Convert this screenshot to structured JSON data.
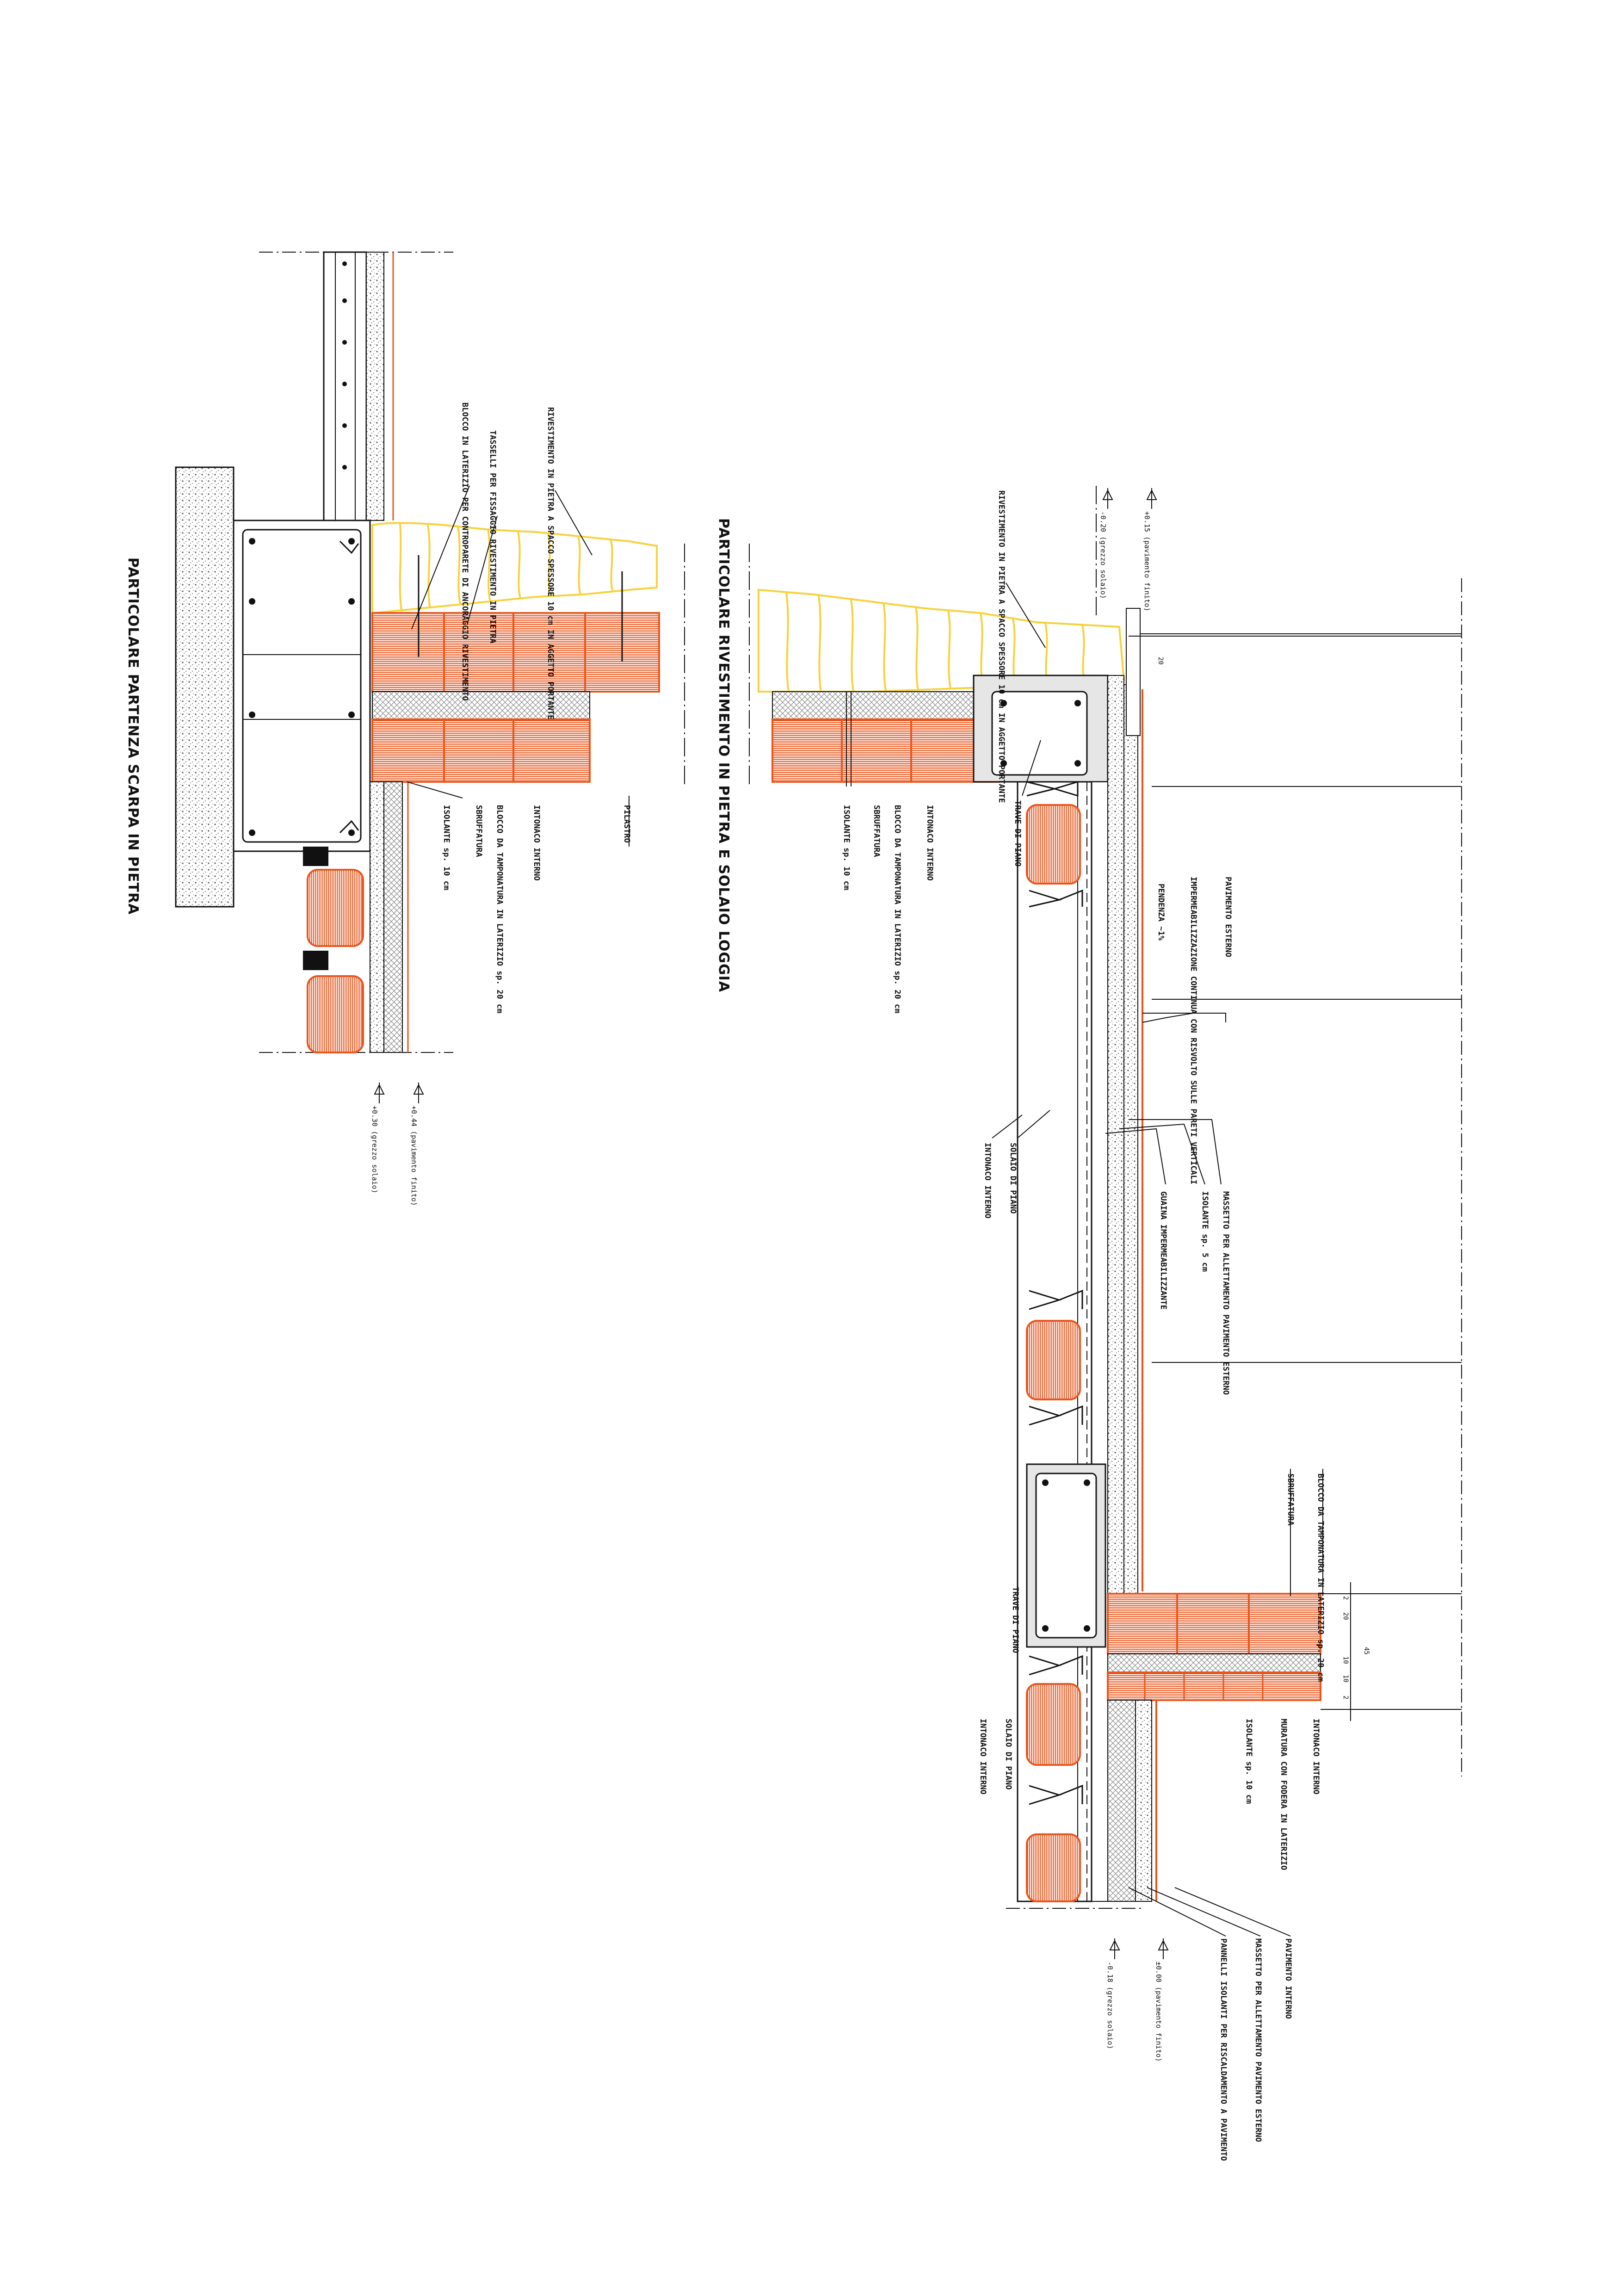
{
  "colors": {
    "brick": "#e8561e",
    "stone": "#f6d23c",
    "concrete": "#8f8f8f",
    "line": "#111111"
  },
  "titles": {
    "detail_a": "PARTICOLARE PARTENZA SCARPA IN PIETRA",
    "detail_b": "PARTICOLARE RIVESTIMENTO IN PIETRA E SOLAIO LOGGIA"
  },
  "detail_a": {
    "labels": {
      "rivestimento": "RIVESTIMENTO IN PIETRA A SPACCO SPESSORE 10 cm IN AGGETTO PORTANTE",
      "tasselli": "TASSELLI PER FISSAGGIO RIVESTIMENTO IN PIETRA",
      "blocco_laterizio": "BLOCCO IN LATERIZIO PER CONTROPARETE DI ANCORAGGIO RIVESTIMENTO",
      "pilastro": "PILASTRO",
      "intonaco": "INTONACO INTERNO",
      "blocco_tamponatura": "BLOCCO DA TAMPONATURA IN LATERIZIO sp. 20 cm",
      "sbruffatura": "SBRUFFATURA",
      "isolante": "ISOLANTE sp. 10 cm"
    },
    "levels": {
      "finito": "+0.44 (pavimento finito)",
      "grezzo": "+0.30 (grezzo solaio)"
    }
  },
  "detail_b": {
    "labels": {
      "rivestimento": "RIVESTIMENTO IN PIETRA A SPACCO SPESSORE 10 cm IN AGGETTO PORTANTE",
      "intonaco": "INTONACO INTERNO",
      "blocco_tamponatura": "BLOCCO DA TAMPONATURA IN LATERIZIO sp. 20 cm",
      "sbruffatura": "SBRUFFATURA",
      "isolante": "ISOLANTE sp. 10 cm",
      "trave_piano_1": "TRAVE DI PIANO",
      "pavimento_esterno": "PAVIMENTO ESTERNO",
      "imperm": "IMPERMEABILIZZAZIONE CONTINUA CON RISVOLTO SULLE PARETI VERTICALI",
      "pendenza": "PENDENZA ~1%",
      "massetto_est": "MASSETTO PER ALLETTAMENTO PAVIMENTO ESTERNO",
      "isolante_5": "ISOLANTE sp. 5 cm",
      "guaina": "GUAINA IMPERMEABILIZZANTE",
      "solaio": "SOLAIO DI PIANO",
      "intonaco_2": "INTONACO INTERNO",
      "trave_piano_2": "TRAVE DI PIANO",
      "blocco_tamp_2": "BLOCCO DA TAMPONATURA IN LATERIZIO sp. 20 cm",
      "sbruffatura_2": "SBRUFFATURA",
      "intonaco_3": "INTONACO INTERNO",
      "muratura": "MURATURA CON FODERA IN LATERIZIO",
      "isolante_2": "ISOLANTE sp. 10 cm",
      "solaio_2": "SOLAIO DI PIANO",
      "intonaco_4": "INTONACO INTERNO",
      "pavimento_interno": "PAVIMENTO INTERNO",
      "massetto_int": "MASSETTO PER ALLETTAMENTO PAVIMENTO ESTERNO",
      "pannelli": "PANNELLI ISOLANTI PER RISCALDAMENTO A PAVIMENTO"
    },
    "levels": {
      "finito_top": "+0.15 (pavimento finito)",
      "grezzo_top": "-0.20 (grezzo solaio)",
      "finito_bot": "±0.00 (pavimento finito)",
      "grezzo_bot": "-0.18 (grezzo solaio)"
    },
    "dims": {
      "d20": "20",
      "d20b": "20",
      "d10a": "10",
      "d10b": "10",
      "d45": "45",
      "d2a": "2",
      "d2b": "2"
    }
  }
}
